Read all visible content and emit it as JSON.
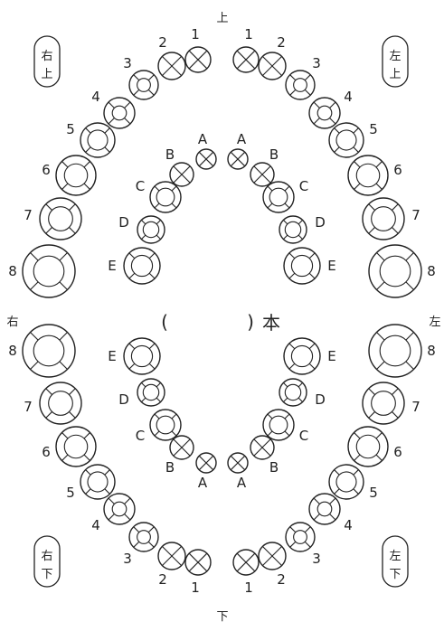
{
  "labels": {
    "top": "上",
    "bottom": "下",
    "right": "右",
    "left": "左",
    "count_open": "(",
    "count_close": ")",
    "count_unit": "本"
  },
  "quadrants": {
    "upper_right": [
      "右",
      "上"
    ],
    "upper_left": [
      "左",
      "上"
    ],
    "lower_right": [
      "右",
      "下"
    ],
    "lower_left": [
      "左",
      "下"
    ]
  },
  "permanent_teeth": [
    "1",
    "2",
    "3",
    "4",
    "5",
    "6",
    "7",
    "8"
  ],
  "primary_teeth": [
    "A",
    "B",
    "C",
    "D",
    "E"
  ],
  "colors": {
    "ink": "#222222",
    "background": "#ffffff"
  }
}
